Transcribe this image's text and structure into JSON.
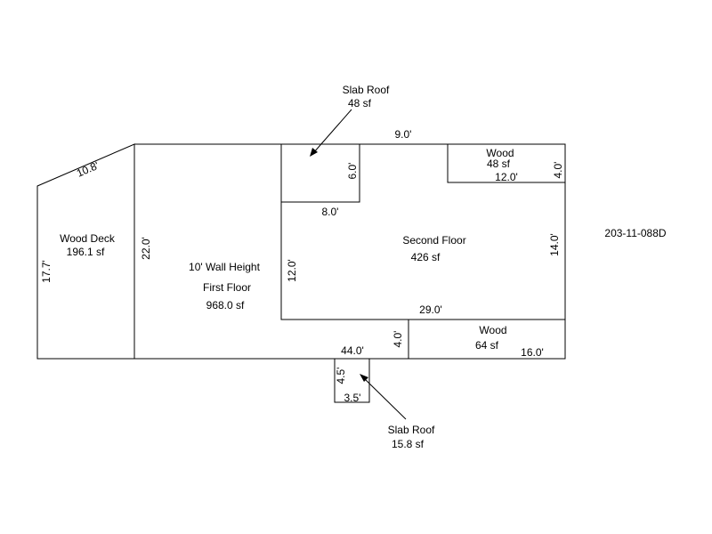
{
  "parcel_id": "203-11-088D",
  "areas": {
    "wood_deck": {
      "name": "Wood Deck",
      "area": "196.1 sf"
    },
    "first_floor": {
      "note": "10' Wall Height",
      "name": "First Floor",
      "area": "968.0 sf"
    },
    "second_floor": {
      "name": "Second Floor",
      "area": "426 sf"
    },
    "wood_top": {
      "name": "Wood",
      "area": "48 sf"
    },
    "wood_bottom": {
      "name": "Wood",
      "area": "64 sf"
    },
    "slab_roof_top": {
      "name": "Slab Roof",
      "area": "48 sf"
    },
    "slab_roof_bottom": {
      "name": "Slab Roof",
      "area": "15.8 sf"
    }
  },
  "dimensions": {
    "deck_diagonal": "10.8'",
    "deck_height": "17.7'",
    "first_floor_height": "22.0'",
    "first_floor_width": "44.0'",
    "second_floor_top": "9.0'",
    "slab_top_height": "6.0'",
    "slab_top_width": "8.0'",
    "wood_top_width": "12.0'",
    "wood_top_height": "4.0'",
    "second_floor_height": "14.0'",
    "second_floor_left_height": "12.0'",
    "second_floor_width": "29.0'",
    "wood_bottom_height": "4.0'",
    "wood_bottom_width": "16.0'",
    "slab_bottom_height": "4.5'",
    "slab_bottom_width": "3.5'"
  }
}
